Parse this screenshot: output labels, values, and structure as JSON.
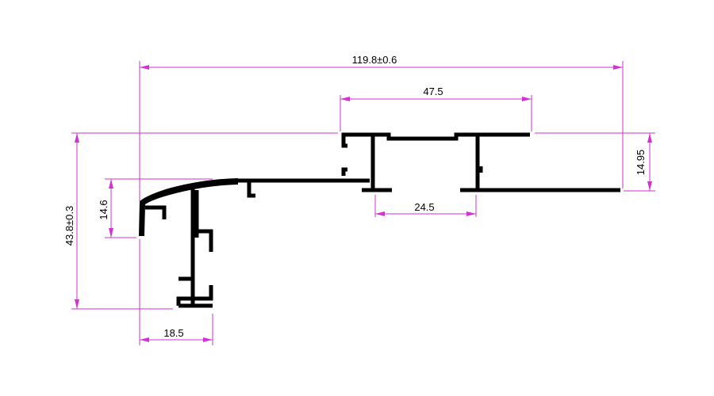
{
  "dimensions": {
    "overall_width": "119.8±0.6",
    "upper_width": "47.5",
    "lower_gap": "24.5",
    "right_height": "14.95",
    "overall_height": "43.8±0.3",
    "left_height": "14.6",
    "bottom_width": "18.5"
  },
  "colors": {
    "dimension_line": "#d232d2",
    "profile": "#000000",
    "text": "#000000"
  }
}
